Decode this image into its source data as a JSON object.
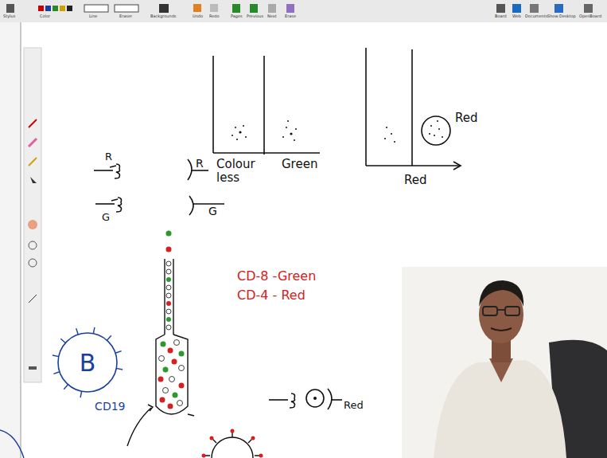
{
  "diagram": {
    "nodes": [
      {
        "text": [
          "B",
          "CD19"
        ]
      }
    ],
    "labels": [
      "Stylus",
      "Color",
      "Line",
      "Eraser",
      "Backgrounds",
      "Undo",
      "Redo",
      "Pages",
      "Previous",
      "Next",
      "Erase",
      "Board",
      "Web",
      "Documents",
      "Show Desktop",
      "OpenBoard",
      "Colour less",
      "Green",
      "Red",
      "Red",
      "R",
      "R",
      "G",
      "G",
      "CD-8 -Green",
      "CD-4 - Red",
      "Red"
    ]
  }
}
